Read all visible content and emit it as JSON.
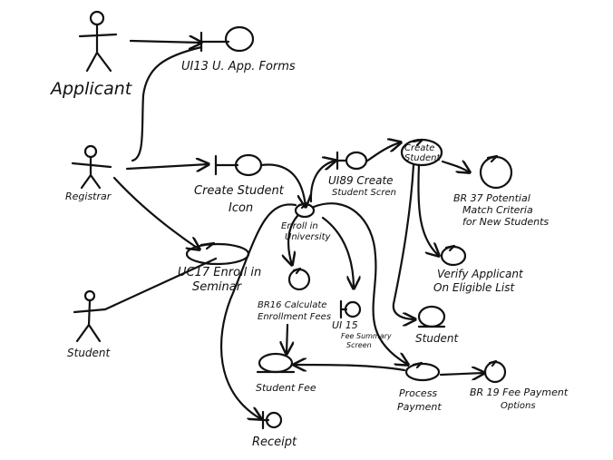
{
  "actors": {
    "applicant": "Applicant",
    "registrar": "Registrar",
    "student": "Student"
  },
  "boundaries": {
    "ui13": "UI13 U. App. Forms",
    "create_student_icon_l1": "Create Student",
    "create_student_icon_l2": "Icon",
    "ui89_l1": "UI89 Create",
    "ui89_l2": "Student Scren",
    "ui15_l1": "UI 15",
    "ui15_l2": "Fee Summary",
    "ui15_l3": "Screen",
    "receipt": "Receipt"
  },
  "controls": {
    "create_student_l1": "Create",
    "create_student_l2": "Student",
    "enroll_l1": "Enroll in",
    "enroll_l2": "University",
    "uc17_l1": "UC17 Enroll in",
    "uc17_l2": "Seminar",
    "br37_l1": "BR 37 Potential",
    "br37_l2": "Match Criteria",
    "br37_l3": "for New Students",
    "verify_l1": "Verify Applicant",
    "verify_l2": "On Eligible List",
    "br16_l1": "BR16 Calculate",
    "br16_l2": "Enrollment Fees",
    "process_l1": "Process",
    "process_l2": "Payment",
    "br19_l1": "BR 19 Fee Payment",
    "br19_l2": "Options"
  },
  "entities": {
    "student": "Student",
    "student_fee": "Student Fee"
  }
}
